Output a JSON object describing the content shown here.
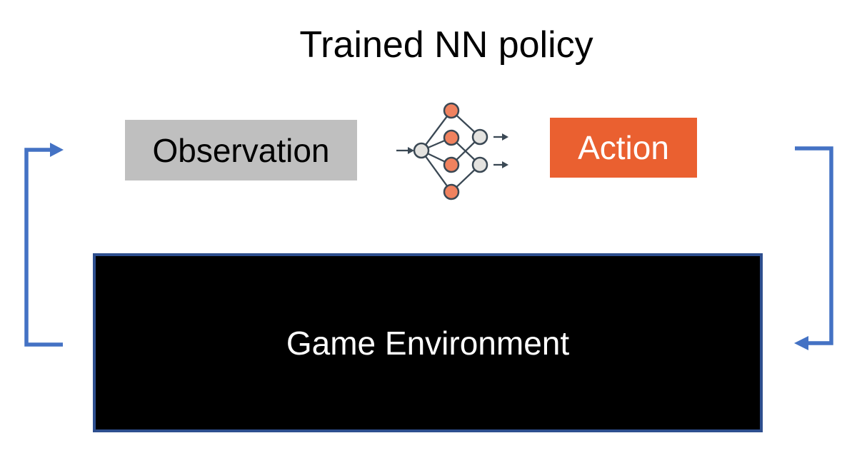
{
  "title": "Trained NN policy",
  "diagram": {
    "observation_box": {
      "label": "Observation",
      "bg_color": "#BFBFBF",
      "text_color": "#000000"
    },
    "action_box": {
      "label": "Action",
      "bg_color": "#EA6030",
      "text_color": "#FFFFFF"
    },
    "environment_box": {
      "label": "Game Environment",
      "bg_color": "#000000",
      "border_color": "#2E4F8F",
      "text_color": "#FFFFFF"
    },
    "nn_icon": {
      "name": "neural-network-icon",
      "input_nodes": 1,
      "hidden_nodes": 4,
      "output_nodes": 2,
      "hidden_node_color": "#F0825F",
      "io_node_color": "#E4E3E0",
      "outline_color": "#3A4854"
    },
    "feedback_arrows": {
      "color": "#4472C4",
      "left_direction": "environment-to-observation",
      "right_direction": "action-to-environment"
    }
  }
}
